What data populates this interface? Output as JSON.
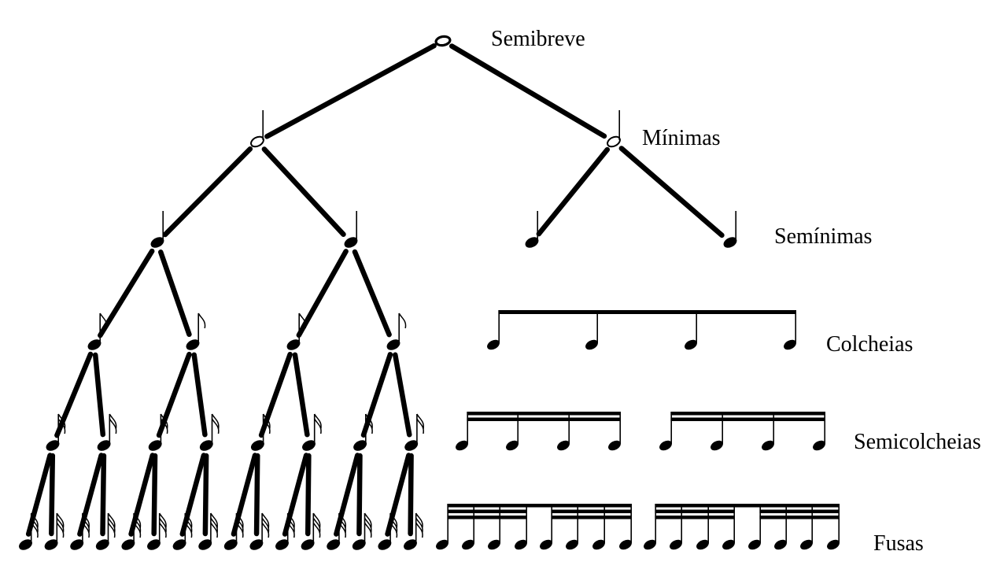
{
  "levels": {
    "semibreve": "Semibreve",
    "minimas": "Mínimas",
    "seminimas": "Semínimas",
    "colcheias": "Colcheias",
    "semicolcheias": "Semicolcheias",
    "fusas": "Fusas"
  },
  "notes_per_level": {
    "semibreve": 1,
    "minimas": 2,
    "seminimas": 4,
    "colcheias": 8,
    "semicolcheias": 16,
    "fusas": 32
  },
  "colors": {
    "ink": "#000000",
    "background": "#ffffff"
  }
}
